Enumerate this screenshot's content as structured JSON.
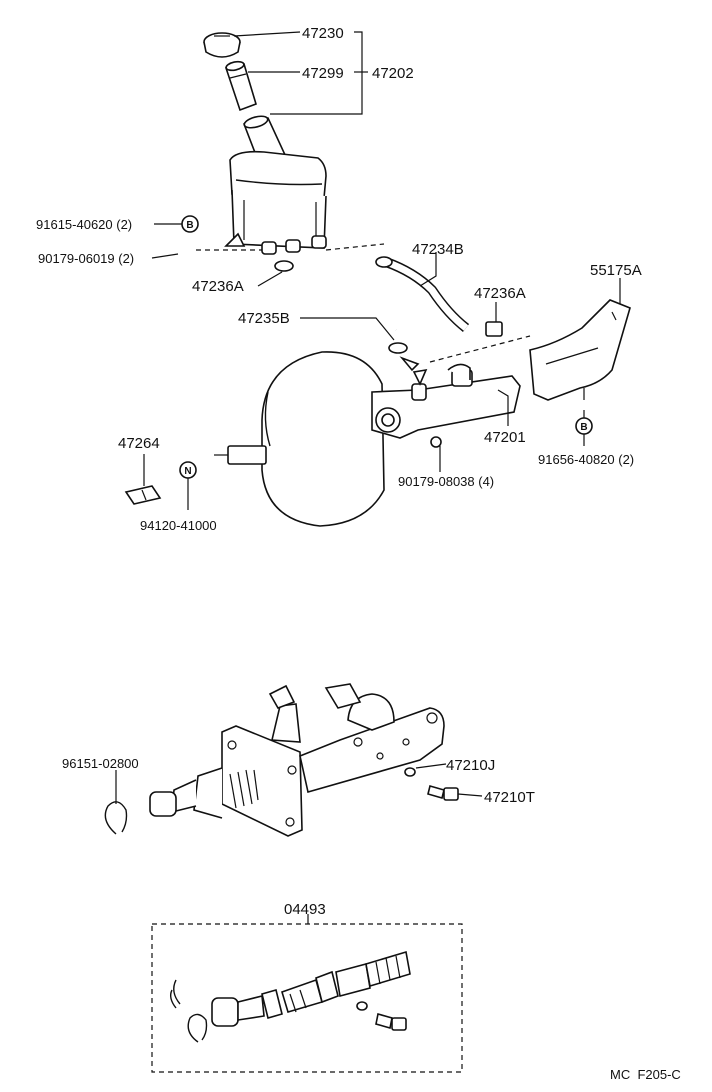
{
  "labels": {
    "p47230": "47230",
    "p47299": "47299",
    "p47202": "47202",
    "p91615": "91615-40620 (2)",
    "p90179a": "90179-06019 (2)",
    "p47236a_left": "47236A",
    "p47234b": "47234B",
    "p47236a_right": "47236A",
    "p47235b": "47235B",
    "p55175a": "55175A",
    "p47264": "47264",
    "p47201": "47201",
    "p91656": "91656-40820 (2)",
    "p90179b": "90179-08038 (4)",
    "p94120": "94120-41000",
    "p96151": "96151-02800",
    "p47210j": "47210J",
    "p47210t": "47210T",
    "p04493": "04493",
    "footer": "MC  F205-C"
  },
  "symbols": {
    "b_top": "B",
    "b_right": "B",
    "n_left": "N"
  }
}
